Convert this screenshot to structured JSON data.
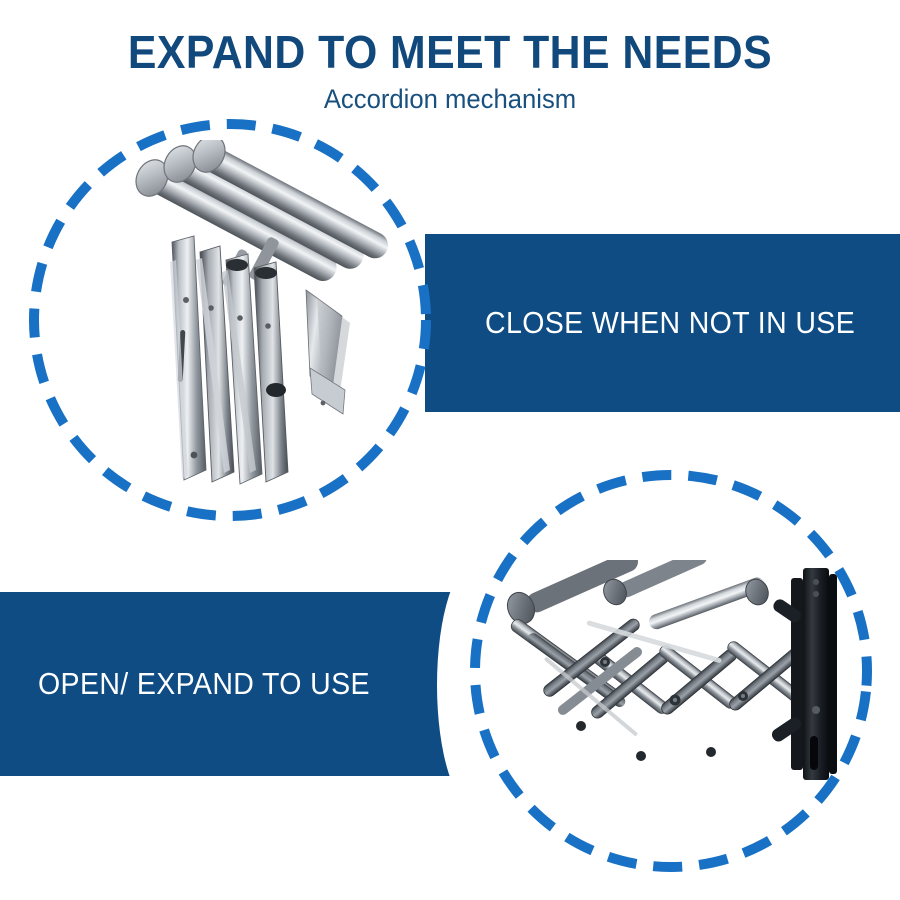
{
  "header": {
    "title": "EXPAND TO MEET THE NEEDS",
    "subtitle": "Accordion mechanism"
  },
  "banners": [
    {
      "id": "close",
      "label": "CLOSE WHEN NOT IN USE",
      "bg_color": "#0e4c83",
      "text_color": "#ffffff"
    },
    {
      "id": "open",
      "label": "OPEN/ EXPAND TO USE",
      "bg_color": "#0e4c83",
      "text_color": "#ffffff"
    }
  ],
  "circles": [
    {
      "id": "top",
      "style": "dashed",
      "color": "#1871c4"
    },
    {
      "id": "bottom",
      "style": "dashed",
      "color": "#1871c4"
    }
  ],
  "photos": [
    {
      "id": "closed",
      "subject": "folded stainless steel accordion drying rack",
      "state": "collapsed"
    },
    {
      "id": "open",
      "subject": "expanded stainless steel accordion drying rack with wall bracket",
      "state": "expanded"
    }
  ],
  "colors": {
    "brand_navy": "#12497d",
    "banner_navy": "#0e4c83",
    "accent_blue": "#1871c4",
    "background": "#ffffff",
    "metal_light": "#e2e6ea",
    "metal_mid": "#9aa1a8",
    "metal_dark": "#52585e",
    "bracket_dark": "#1d2126"
  }
}
